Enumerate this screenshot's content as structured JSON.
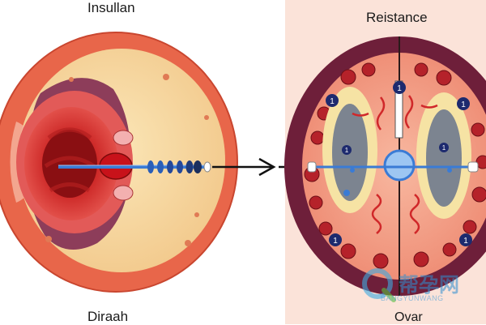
{
  "labels": {
    "top_left": "Insullan",
    "bottom_left": "Diraah",
    "top_right": "Reistance",
    "bottom_right": "Ovar"
  },
  "badges": [
    "1",
    "1",
    "1",
    "1",
    "1",
    "1",
    "1"
  ],
  "watermark": {
    "text": "帮孕网",
    "subtext": "BANGYUNWANG"
  },
  "colors": {
    "left_panel_bg": "#ffffff",
    "right_panel_bg": "#fbe3d9",
    "outer_ring": "#e8664a",
    "inner_fill": "#f8dca5",
    "core_red": "#c61d1d",
    "right_ring": "#6e1f3a",
    "probe_blue": "#3a7bd5",
    "badge_navy": "#1d2a6e"
  },
  "icons": {
    "arrow": "arrow-right-icon",
    "watermark_logo": "q-logo-icon"
  }
}
